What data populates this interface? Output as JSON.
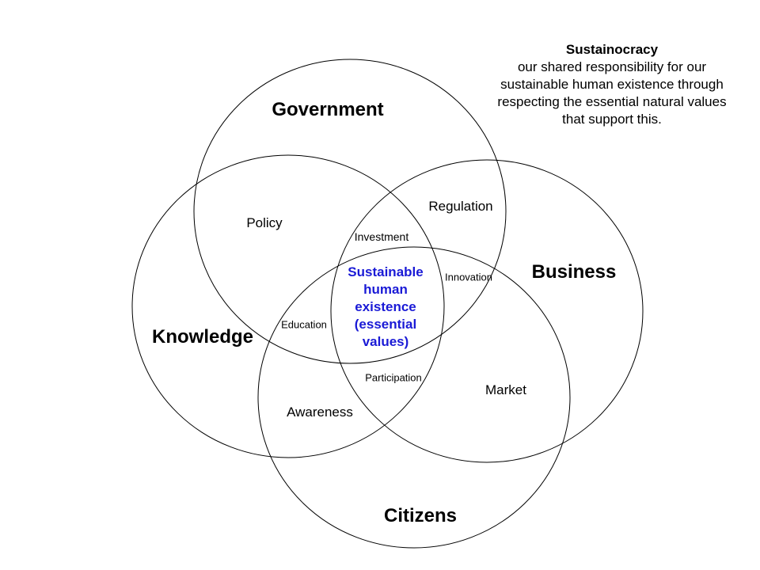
{
  "note": {
    "title": "Sustainocracy",
    "lines": [
      "our shared responsibility for our",
      "sustainable human existence through",
      "respecting the essential natural values",
      "that support this."
    ]
  },
  "sets": {
    "government": "Government",
    "knowledge": "Knowledge",
    "business": "Business",
    "citizens": "Citizens"
  },
  "overlaps": {
    "policy": "Policy",
    "regulation": "Regulation",
    "investment": "Investment",
    "innovation": "Innovation",
    "education": "Education",
    "participation": "Participation",
    "market": "Market",
    "awareness": "Awareness"
  },
  "center": {
    "lines": [
      "Sustainable",
      "human",
      "existence",
      "(essential",
      "values)"
    ],
    "color": "#1a1ad6"
  }
}
